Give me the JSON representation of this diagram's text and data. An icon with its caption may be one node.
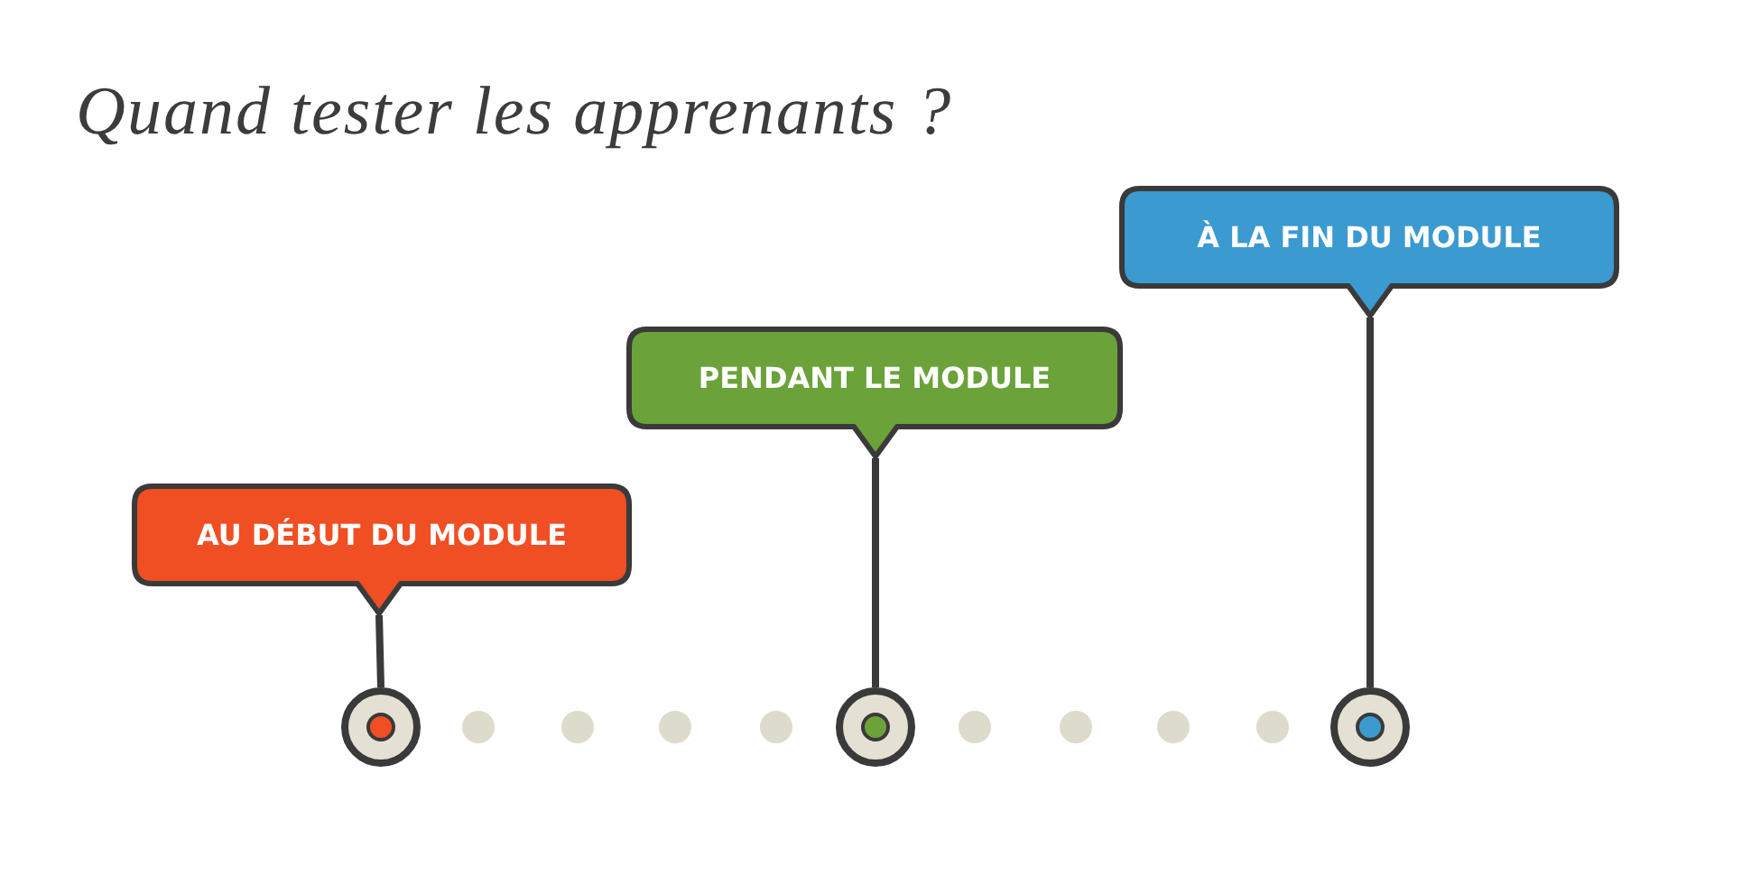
{
  "diagram": {
    "title": "Quand tester les apprenants ?",
    "nodes": [
      {
        "text": [
          "AU DÉBUT DU MODULE"
        ]
      },
      {
        "text": [
          "PENDANT LE MODULE"
        ]
      },
      {
        "text": [
          "À LA FIN DU MODULE"
        ]
      },
      {
        "text": [],
        "shape": "circle"
      },
      {
        "text": [],
        "shape": "circle"
      },
      {
        "text": [],
        "shape": "circle"
      }
    ],
    "edges": [
      {
        "from": 0,
        "to": 3,
        "arrow": "none"
      },
      {
        "from": 1,
        "to": 4,
        "arrow": "none"
      },
      {
        "from": 2,
        "to": 5,
        "arrow": "none"
      }
    ]
  }
}
